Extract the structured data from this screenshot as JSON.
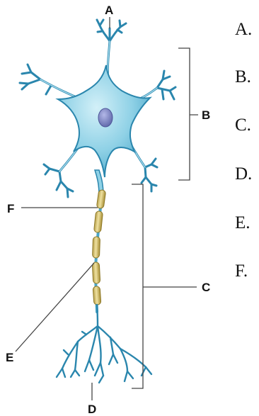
{
  "callouts": {
    "a": "A",
    "b": "B",
    "c": "C",
    "d": "D",
    "e": "E",
    "f": "F"
  },
  "answer_list": [
    "A.",
    "B.",
    "C.",
    "D.",
    "E.",
    "F."
  ],
  "colors": {
    "membrane": "#2a86ad",
    "cytoplasm": "#8fd1e6",
    "cytoplasm_light": "#c5ebf6",
    "nucleus": "#7d86c6",
    "myelin": "#d4bf67",
    "myelin_edge": "#8f7a2a",
    "leader_line": "#444444"
  }
}
